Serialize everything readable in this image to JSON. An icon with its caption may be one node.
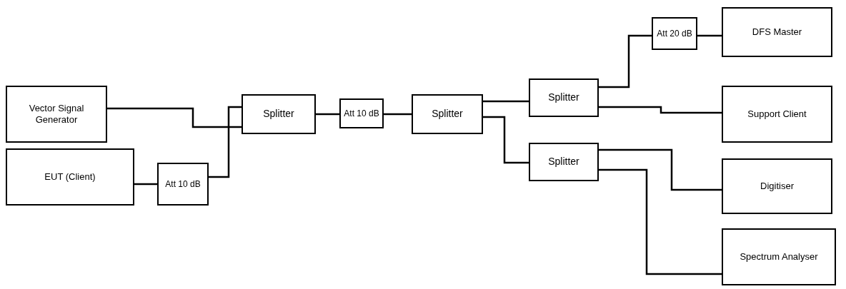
{
  "diagram": {
    "nodes": [
      {
        "text": [
          "Vector Signal Generator"
        ]
      },
      {
        "text": [
          "EUT (Client)"
        ]
      },
      {
        "text": [
          "Att 10 dB"
        ]
      },
      {
        "text": [
          "Splitter"
        ]
      },
      {
        "text": [
          "Att 10 dB"
        ]
      },
      {
        "text": [
          "Splitter"
        ]
      },
      {
        "text": [
          "Splitter"
        ]
      },
      {
        "text": [
          "Splitter"
        ]
      },
      {
        "text": [
          "Att 20 dB"
        ]
      },
      {
        "text": [
          "DFS Master"
        ]
      },
      {
        "text": [
          "Support Client"
        ]
      },
      {
        "text": [
          "Digitiser"
        ]
      },
      {
        "text": [
          "Spectrum Analyser"
        ]
      }
    ],
    "edges": [
      {
        "from": 0,
        "to": 3,
        "arrow": "none"
      },
      {
        "from": 1,
        "to": 2,
        "arrow": "none"
      },
      {
        "from": 2,
        "to": 3,
        "arrow": "none"
      },
      {
        "from": 3,
        "to": 4,
        "arrow": "none"
      },
      {
        "from": 4,
        "to": 5,
        "arrow": "none"
      },
      {
        "from": 5,
        "to": 6,
        "arrow": "none"
      },
      {
        "from": 5,
        "to": 7,
        "arrow": "none"
      },
      {
        "from": 6,
        "to": 8,
        "arrow": "none"
      },
      {
        "from": 8,
        "to": 9,
        "arrow": "none"
      },
      {
        "from": 6,
        "to": 10,
        "arrow": "none"
      },
      {
        "from": 7,
        "to": 11,
        "arrow": "none"
      },
      {
        "from": 7,
        "to": 12,
        "arrow": "none"
      }
    ]
  }
}
